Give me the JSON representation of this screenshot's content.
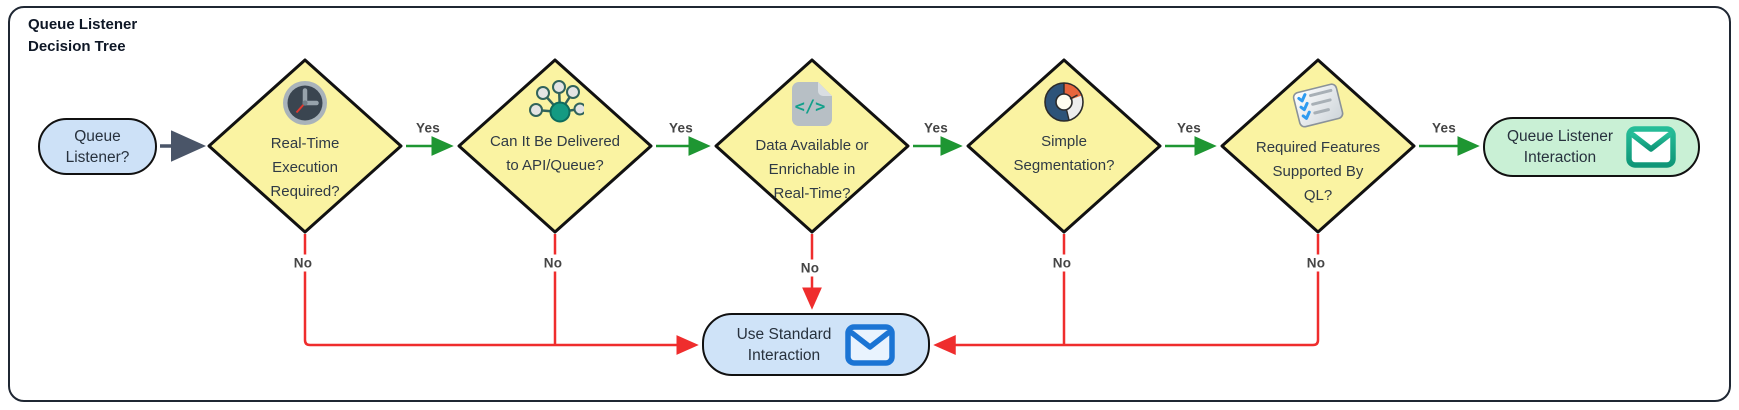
{
  "title": {
    "line1": "Queue Listener",
    "line2": "Decision Tree"
  },
  "edge_labels": {
    "yes": "Yes",
    "no": "No"
  },
  "nodes": {
    "start": {
      "lines": [
        "Queue",
        "Listener?"
      ]
    },
    "realtime": {
      "lines": [
        "Real-Time",
        "Execution",
        "Required?"
      ],
      "icon": "clock"
    },
    "delivery": {
      "lines": [
        "Can It Be Delivered",
        "to API/Queue?"
      ],
      "icon": "network-hub"
    },
    "data_available": {
      "lines": [
        "Data Available or",
        "Enrichable in",
        "Real-Time?"
      ],
      "icon": "code-file"
    },
    "segmentation": {
      "lines": [
        "Simple",
        "Segmentation?"
      ],
      "icon": "donut-chart"
    },
    "features": {
      "lines": [
        "Required Features",
        "Supported By",
        "QL?"
      ],
      "icon": "checklist"
    },
    "ql_interaction": {
      "lines": [
        "Queue Listener",
        "Interaction"
      ],
      "icon": "envelope"
    },
    "standard_interaction": {
      "lines": [
        "Use Standard",
        "Interaction"
      ],
      "icon": "envelope"
    }
  },
  "icons": {
    "code_glyph": "</>"
  },
  "colors": {
    "diamond_fill": "#FAF3A2",
    "start_fill": "#CDE1F7",
    "success_fill": "#C9F0D5",
    "fallback_fill": "#CFE3F8",
    "yes_edge": "#1E9632",
    "no_edge": "#EF2D2D",
    "start_edge": "#4A5568",
    "envelope_green": "#17A689",
    "envelope_blue": "#1B74D4"
  }
}
